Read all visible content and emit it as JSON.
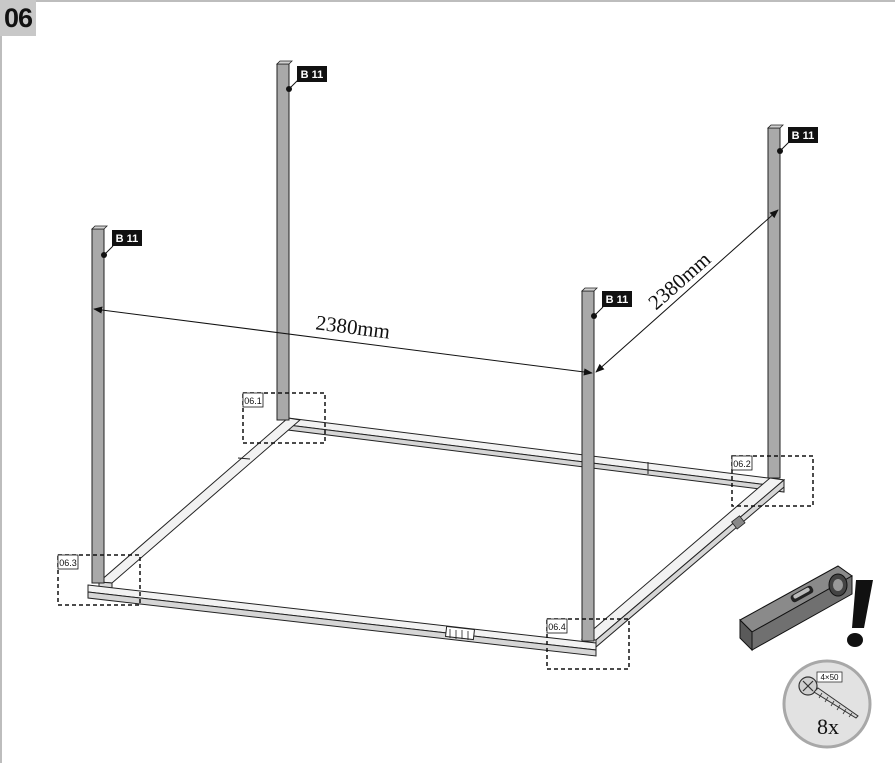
{
  "step": {
    "number": "06"
  },
  "tags": {
    "post_label": "B 11"
  },
  "dimensions": {
    "front_width": "2380mm",
    "side_depth": "2380mm"
  },
  "details": [
    "06.1",
    "06.2",
    "06.3",
    "06.4"
  ],
  "screw": {
    "size": "4×50",
    "count": "8x"
  },
  "colors": {
    "post": "#a9a9a9",
    "beam": "#eeeeee",
    "outline": "#222222",
    "tag_bg": "#111111",
    "step_bg": "#c8c8c8"
  },
  "icons": [
    "spirit-level-icon",
    "exclamation-icon",
    "screw-icon"
  ]
}
